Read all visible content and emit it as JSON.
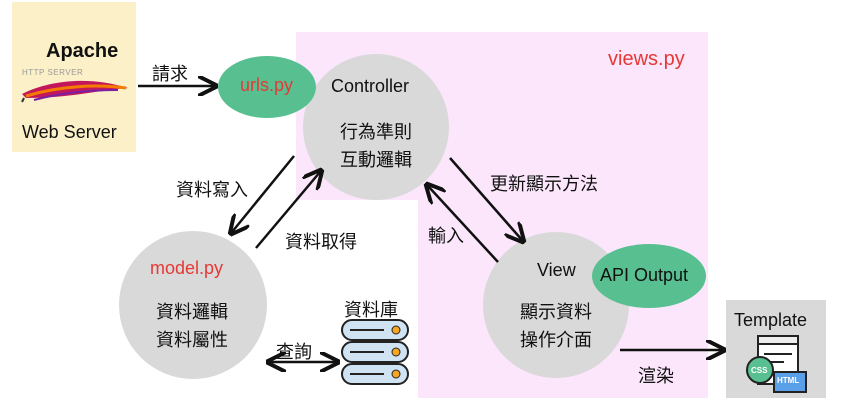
{
  "apache": {
    "title": "Apache",
    "subtitle": "HTTP SERVER",
    "label": "Web Server"
  },
  "views_panel": {
    "label": "views.py"
  },
  "urls": {
    "label": "urls.py"
  },
  "controller": {
    "title": "Controller",
    "line1": "行為準則",
    "line2": "互動邏輯"
  },
  "model": {
    "title": "model.py",
    "line1": "資料邏輯",
    "line2": "資料屬性"
  },
  "view": {
    "title": "View",
    "line1": "顯示資料",
    "line2": "操作介面"
  },
  "api": {
    "label": "API Output"
  },
  "database": {
    "label": "資料庫"
  },
  "template": {
    "label": "Template",
    "css_badge": "CSS",
    "html_badge": "HTML"
  },
  "arrows": {
    "request": "請求",
    "data_write": "資料寫入",
    "data_read": "資料取得",
    "update_display": "更新顯示方法",
    "input": "輸入",
    "query": "查詢",
    "render": "渲染"
  },
  "colors": {
    "views_bg": "#fbe6fb",
    "apache_bg": "#fbf0c8",
    "circle_gray": "#d9d9d9",
    "green": "#58c090",
    "red_text": "#e53935"
  }
}
